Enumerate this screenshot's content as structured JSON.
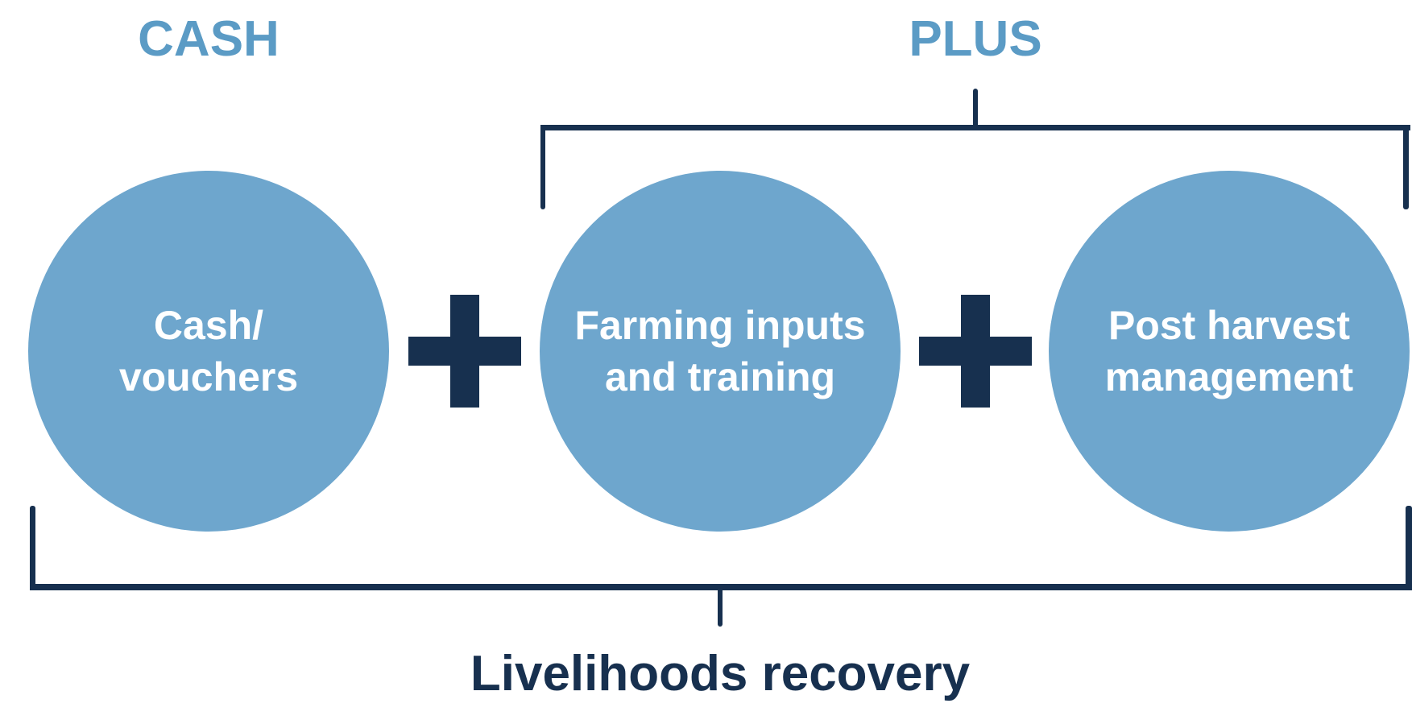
{
  "headers": {
    "cash": "CASH",
    "plus": "PLUS"
  },
  "circles": [
    {
      "label": "Cash/\nvouchers"
    },
    {
      "label": "Farming inputs\nand training"
    },
    {
      "label": "Post harvest\nmanagement"
    }
  ],
  "operators": [
    "plus-sign",
    "plus-sign"
  ],
  "footer": {
    "label": "Livelihoods recovery"
  },
  "colors": {
    "header_blue": "#5b9bc5",
    "circle_blue": "#6ea6cd",
    "dark_navy": "#17304f",
    "circle_text": "#ffffff"
  }
}
